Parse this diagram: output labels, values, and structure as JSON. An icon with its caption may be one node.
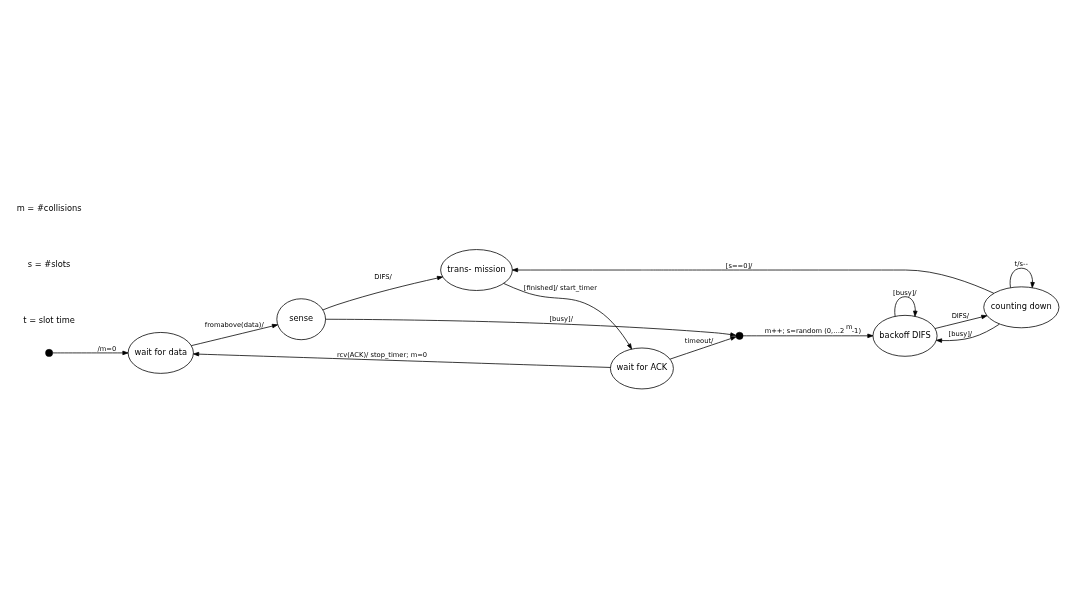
{
  "diagram": {
    "nodes": [
      {
        "text": [],
        "shape": "circle"
      },
      {
        "text": [
          "wait for data"
        ]
      },
      {
        "text": [
          "sense"
        ]
      },
      {
        "text": [
          "trans- mission"
        ]
      },
      {
        "text": [
          "wait for ACK"
        ]
      },
      {
        "text": [],
        "shape": "circle"
      },
      {
        "text": [
          "backoff DIFS"
        ]
      },
      {
        "text": [
          "counting down"
        ]
      }
    ],
    "edges": [
      {
        "from": 0,
        "to": 1,
        "arrow": "to",
        "label": "/m=0"
      },
      {
        "from": 1,
        "to": 2,
        "arrow": "to",
        "label": "fromabove(data)/"
      },
      {
        "from": 2,
        "to": 3,
        "arrow": "to",
        "label": "DIFS/"
      },
      {
        "from": 2,
        "to": 5,
        "arrow": "to",
        "label": "[busy]/"
      },
      {
        "from": 3,
        "to": 4,
        "arrow": "to",
        "label": "[finished]/ start_timer"
      },
      {
        "from": 4,
        "to": 5,
        "arrow": "to",
        "label": "timeout/"
      },
      {
        "from": 4,
        "to": 1,
        "arrow": "to",
        "label": "rcv(ACK)/ stop_timer; m=0"
      },
      {
        "from": 5,
        "to": 6,
        "arrow": "to",
        "label": "m++; s=random (0,…2$^{m}$-1)"
      },
      {
        "from": 6,
        "to": 6,
        "arrow": "to",
        "label": "[busy]/"
      },
      {
        "from": 6,
        "to": 7,
        "arrow": "to",
        "label": "DIFS/"
      },
      {
        "from": 7,
        "to": 6,
        "arrow": "to",
        "label": "[busy]/"
      },
      {
        "from": 7,
        "to": 3,
        "arrow": "to",
        "label": "[s==0]/"
      },
      {
        "from": 7,
        "to": 7,
        "arrow": "to",
        "label": "t/s--"
      }
    ],
    "labels": [
      "m = #collisions",
      "s = #slots",
      "t = slot time"
    ]
  }
}
